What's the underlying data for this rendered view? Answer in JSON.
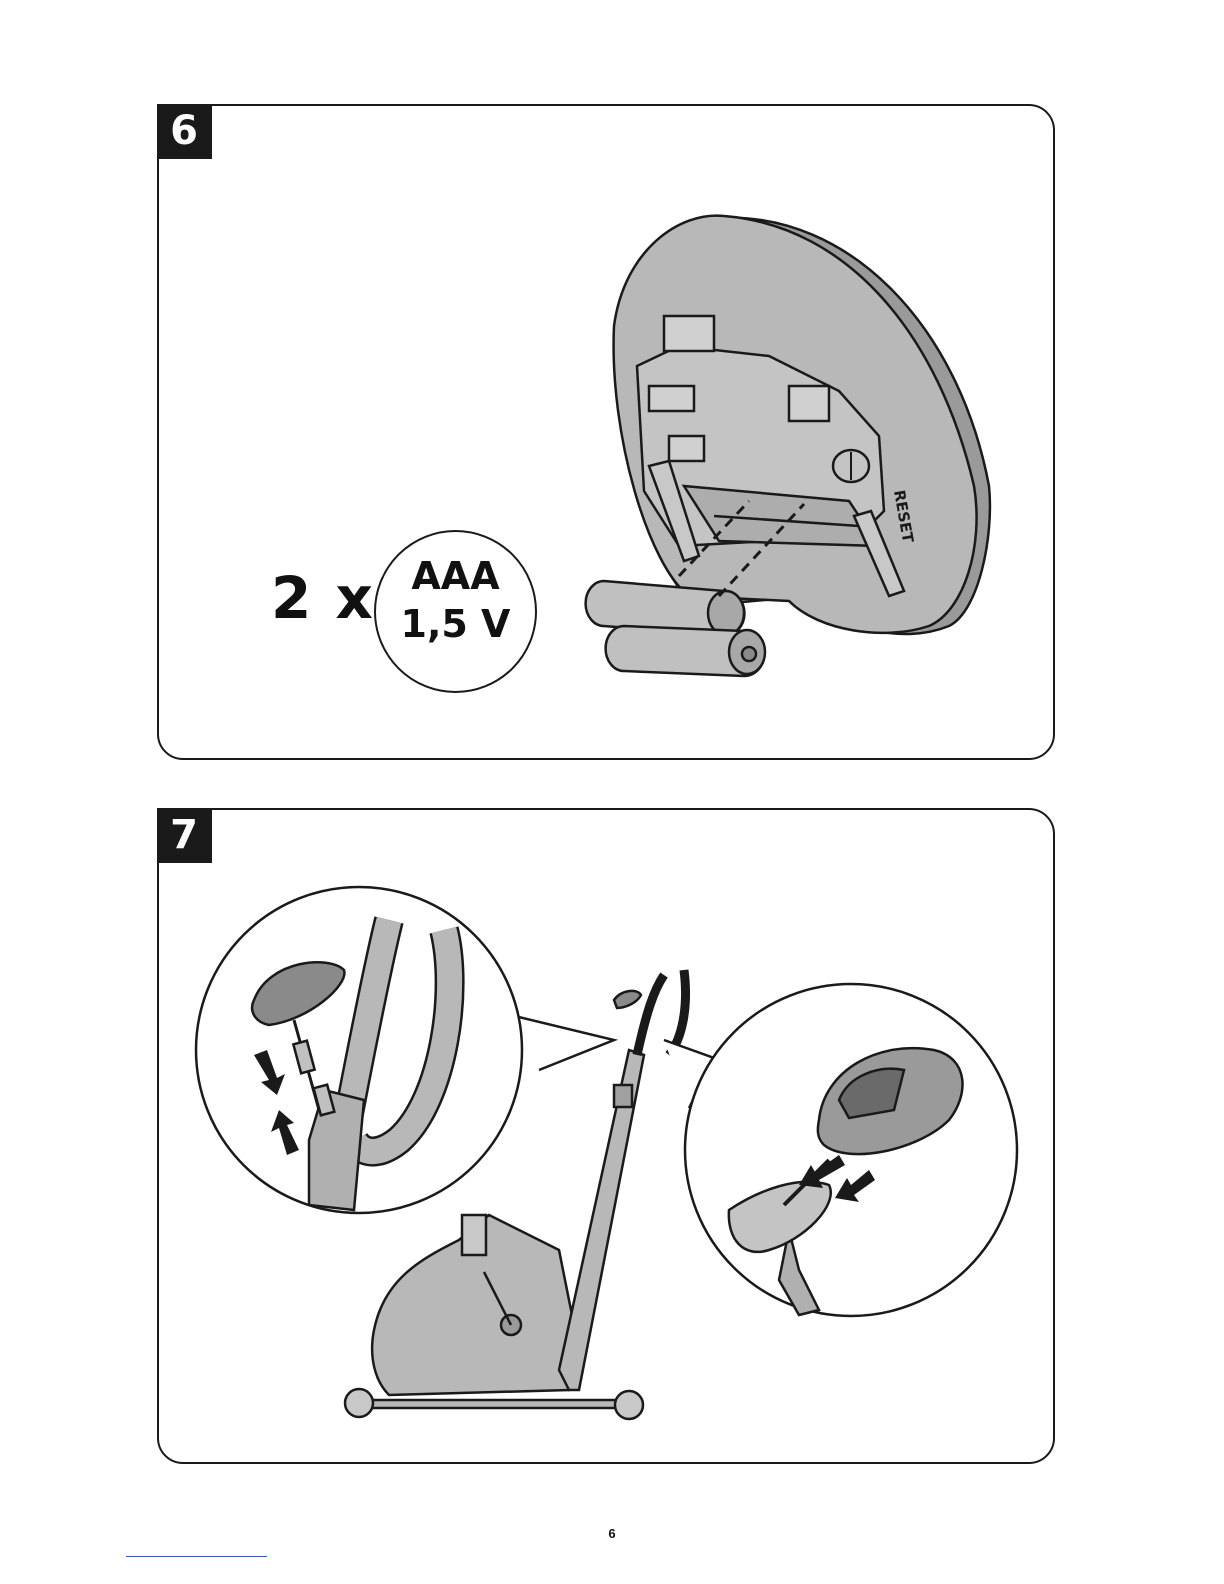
{
  "steps": [
    {
      "number": "6",
      "quantity_label": "2 x",
      "battery": {
        "type": "AAA",
        "voltage": "1,5 V"
      },
      "device_labels": {
        "reset": "RESET"
      }
    },
    {
      "number": "7"
    }
  ],
  "page_number": "6",
  "colors": {
    "outline": "#1a1a1a",
    "fill_gray": "#b8b8b8",
    "fill_dark": "#8a8a8a",
    "footer_line": "#3355cc"
  }
}
